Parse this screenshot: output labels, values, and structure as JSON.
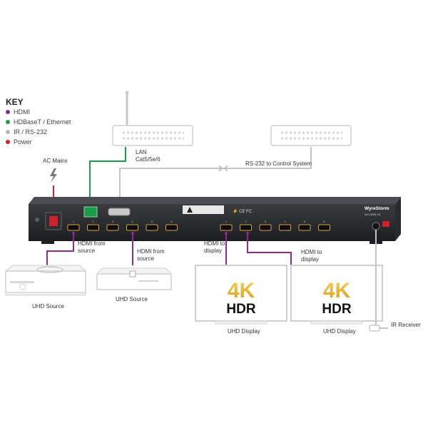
{
  "key": {
    "title": "KEY",
    "items": [
      {
        "label": "HDMI",
        "color": "#8e2a8c"
      },
      {
        "label": "HDBaseT / Ethernet",
        "color": "#1e9c4a"
      },
      {
        "label": "IR / RS-232",
        "color": "#b7b7b7"
      },
      {
        "label": "Power",
        "color": "#d0202a"
      }
    ]
  },
  "labels": {
    "ac_mains": "AC Mains",
    "lan_line1": "LAN",
    "lan_line2": "Cat5/5e/6",
    "rs232": "RS-232 to Control System",
    "hdmi_from_source_1": "HDMI from",
    "hdmi_from_source_2": "source",
    "hdmi_to_display_1": "HDMI to",
    "hdmi_to_display_2": "display",
    "uhd_source": "UHD Source",
    "uhd_display": "UHD Display",
    "ir_receiver": "IR Receiver",
    "hdr_4k": "4K",
    "hdr_text": "HDR",
    "brand": "WyreStorm",
    "model": "MX-0808-H2"
  },
  "device": {
    "input_ports": [
      "1",
      "2",
      "3",
      "4",
      "5",
      "6"
    ],
    "output_ports": [
      "1",
      "2",
      "3",
      "4",
      "5",
      "6"
    ]
  }
}
